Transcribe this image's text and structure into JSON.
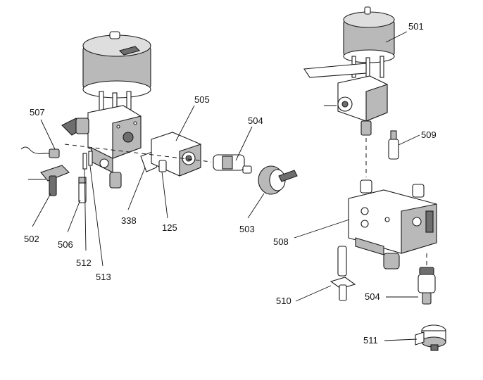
{
  "callouts": [
    {
      "id": "c501",
      "text": "501"
    },
    {
      "id": "c505",
      "text": "505"
    },
    {
      "id": "c507",
      "text": "507"
    },
    {
      "id": "c504a",
      "text": "504"
    },
    {
      "id": "c509",
      "text": "509"
    },
    {
      "id": "c502",
      "text": "502"
    },
    {
      "id": "c506",
      "text": "506"
    },
    {
      "id": "c338",
      "text": "338"
    },
    {
      "id": "c125",
      "text": "125"
    },
    {
      "id": "c503",
      "text": "503"
    },
    {
      "id": "c512",
      "text": "512"
    },
    {
      "id": "c513",
      "text": "513"
    },
    {
      "id": "c508",
      "text": "508"
    },
    {
      "id": "c510",
      "text": "510"
    },
    {
      "id": "c504b",
      "text": "504"
    },
    {
      "id": "c511",
      "text": "511"
    }
  ]
}
